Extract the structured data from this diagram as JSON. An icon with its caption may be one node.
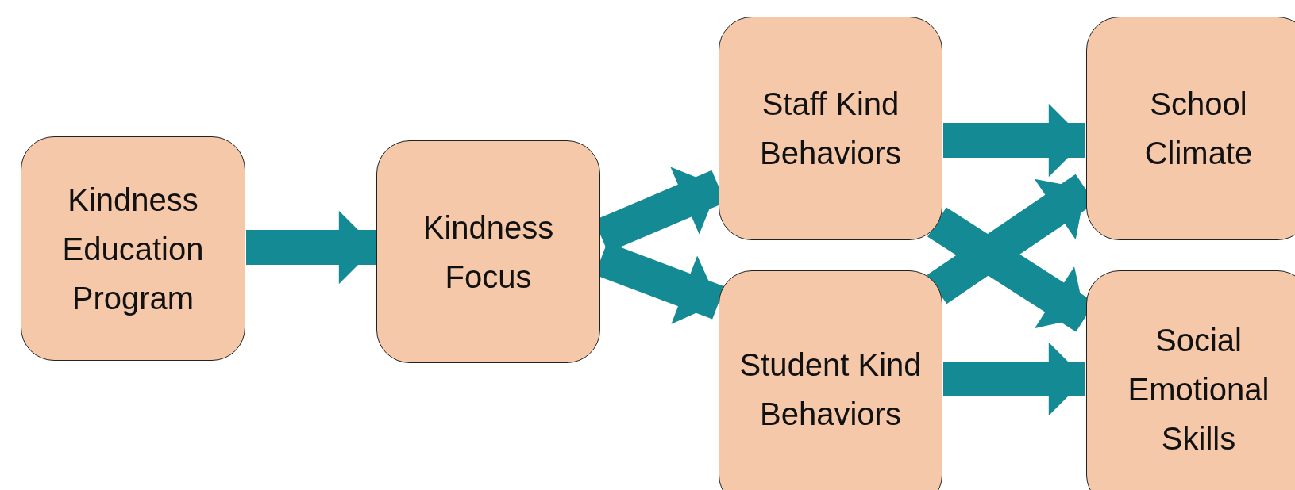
{
  "diagram": {
    "nodes": [
      {
        "text": [
          "Kindness Education Program"
        ]
      },
      {
        "text": [
          "Kindness Focus"
        ]
      },
      {
        "text": [
          "Staff Kind Behaviors"
        ]
      },
      {
        "text": [
          "Student Kind Behaviors"
        ]
      },
      {
        "text": [
          "School Climate"
        ]
      },
      {
        "text": [
          "Social Emotional Skills"
        ]
      }
    ],
    "edges": [
      {
        "from": 0,
        "to": 1,
        "arrow": "to"
      },
      {
        "from": 1,
        "to": 2,
        "arrow": "to"
      },
      {
        "from": 1,
        "to": 3,
        "arrow": "to"
      },
      {
        "from": 2,
        "to": 4,
        "arrow": "to"
      },
      {
        "from": 2,
        "to": 5,
        "arrow": "to"
      },
      {
        "from": 3,
        "to": 4,
        "arrow": "to"
      },
      {
        "from": 3,
        "to": 5,
        "arrow": "to"
      }
    ]
  }
}
